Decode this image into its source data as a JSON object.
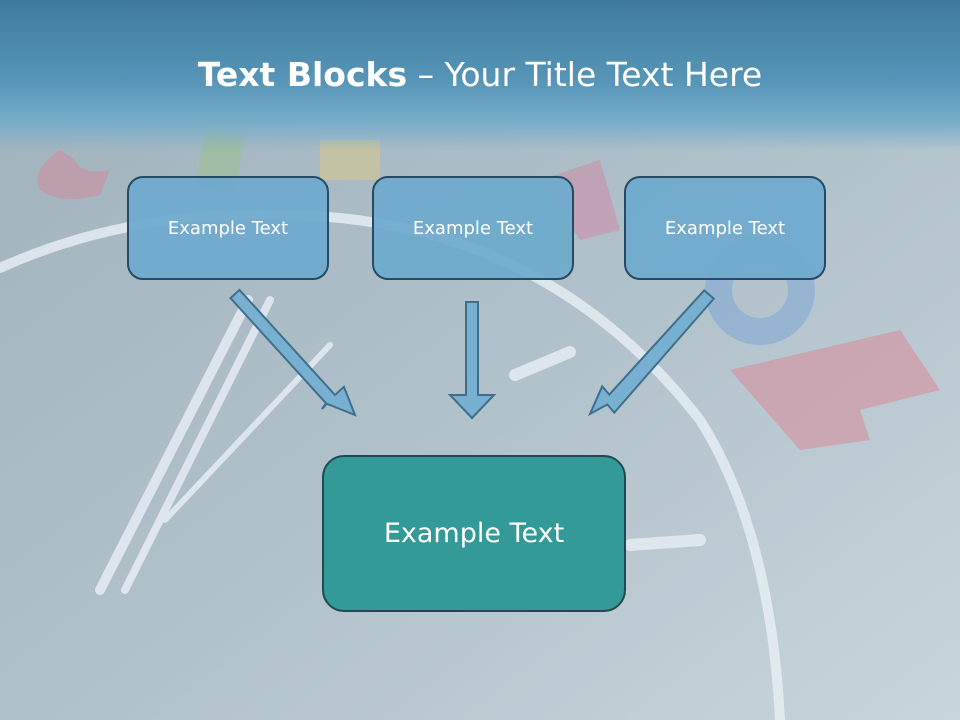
{
  "slide": {
    "title_bold": "Text Blocks",
    "title_rest": " – Your Title Text Here",
    "boxes": [
      {
        "label": "Example Text"
      },
      {
        "label": "Example Text"
      },
      {
        "label": "Example Text"
      }
    ],
    "result_box": {
      "label": "Example Text"
    },
    "colors": {
      "title_band": "#4f8db0",
      "small_box_fill": "#6eaacd",
      "result_box_fill": "#339a97",
      "arrow_fill": "#78b0d2"
    }
  }
}
